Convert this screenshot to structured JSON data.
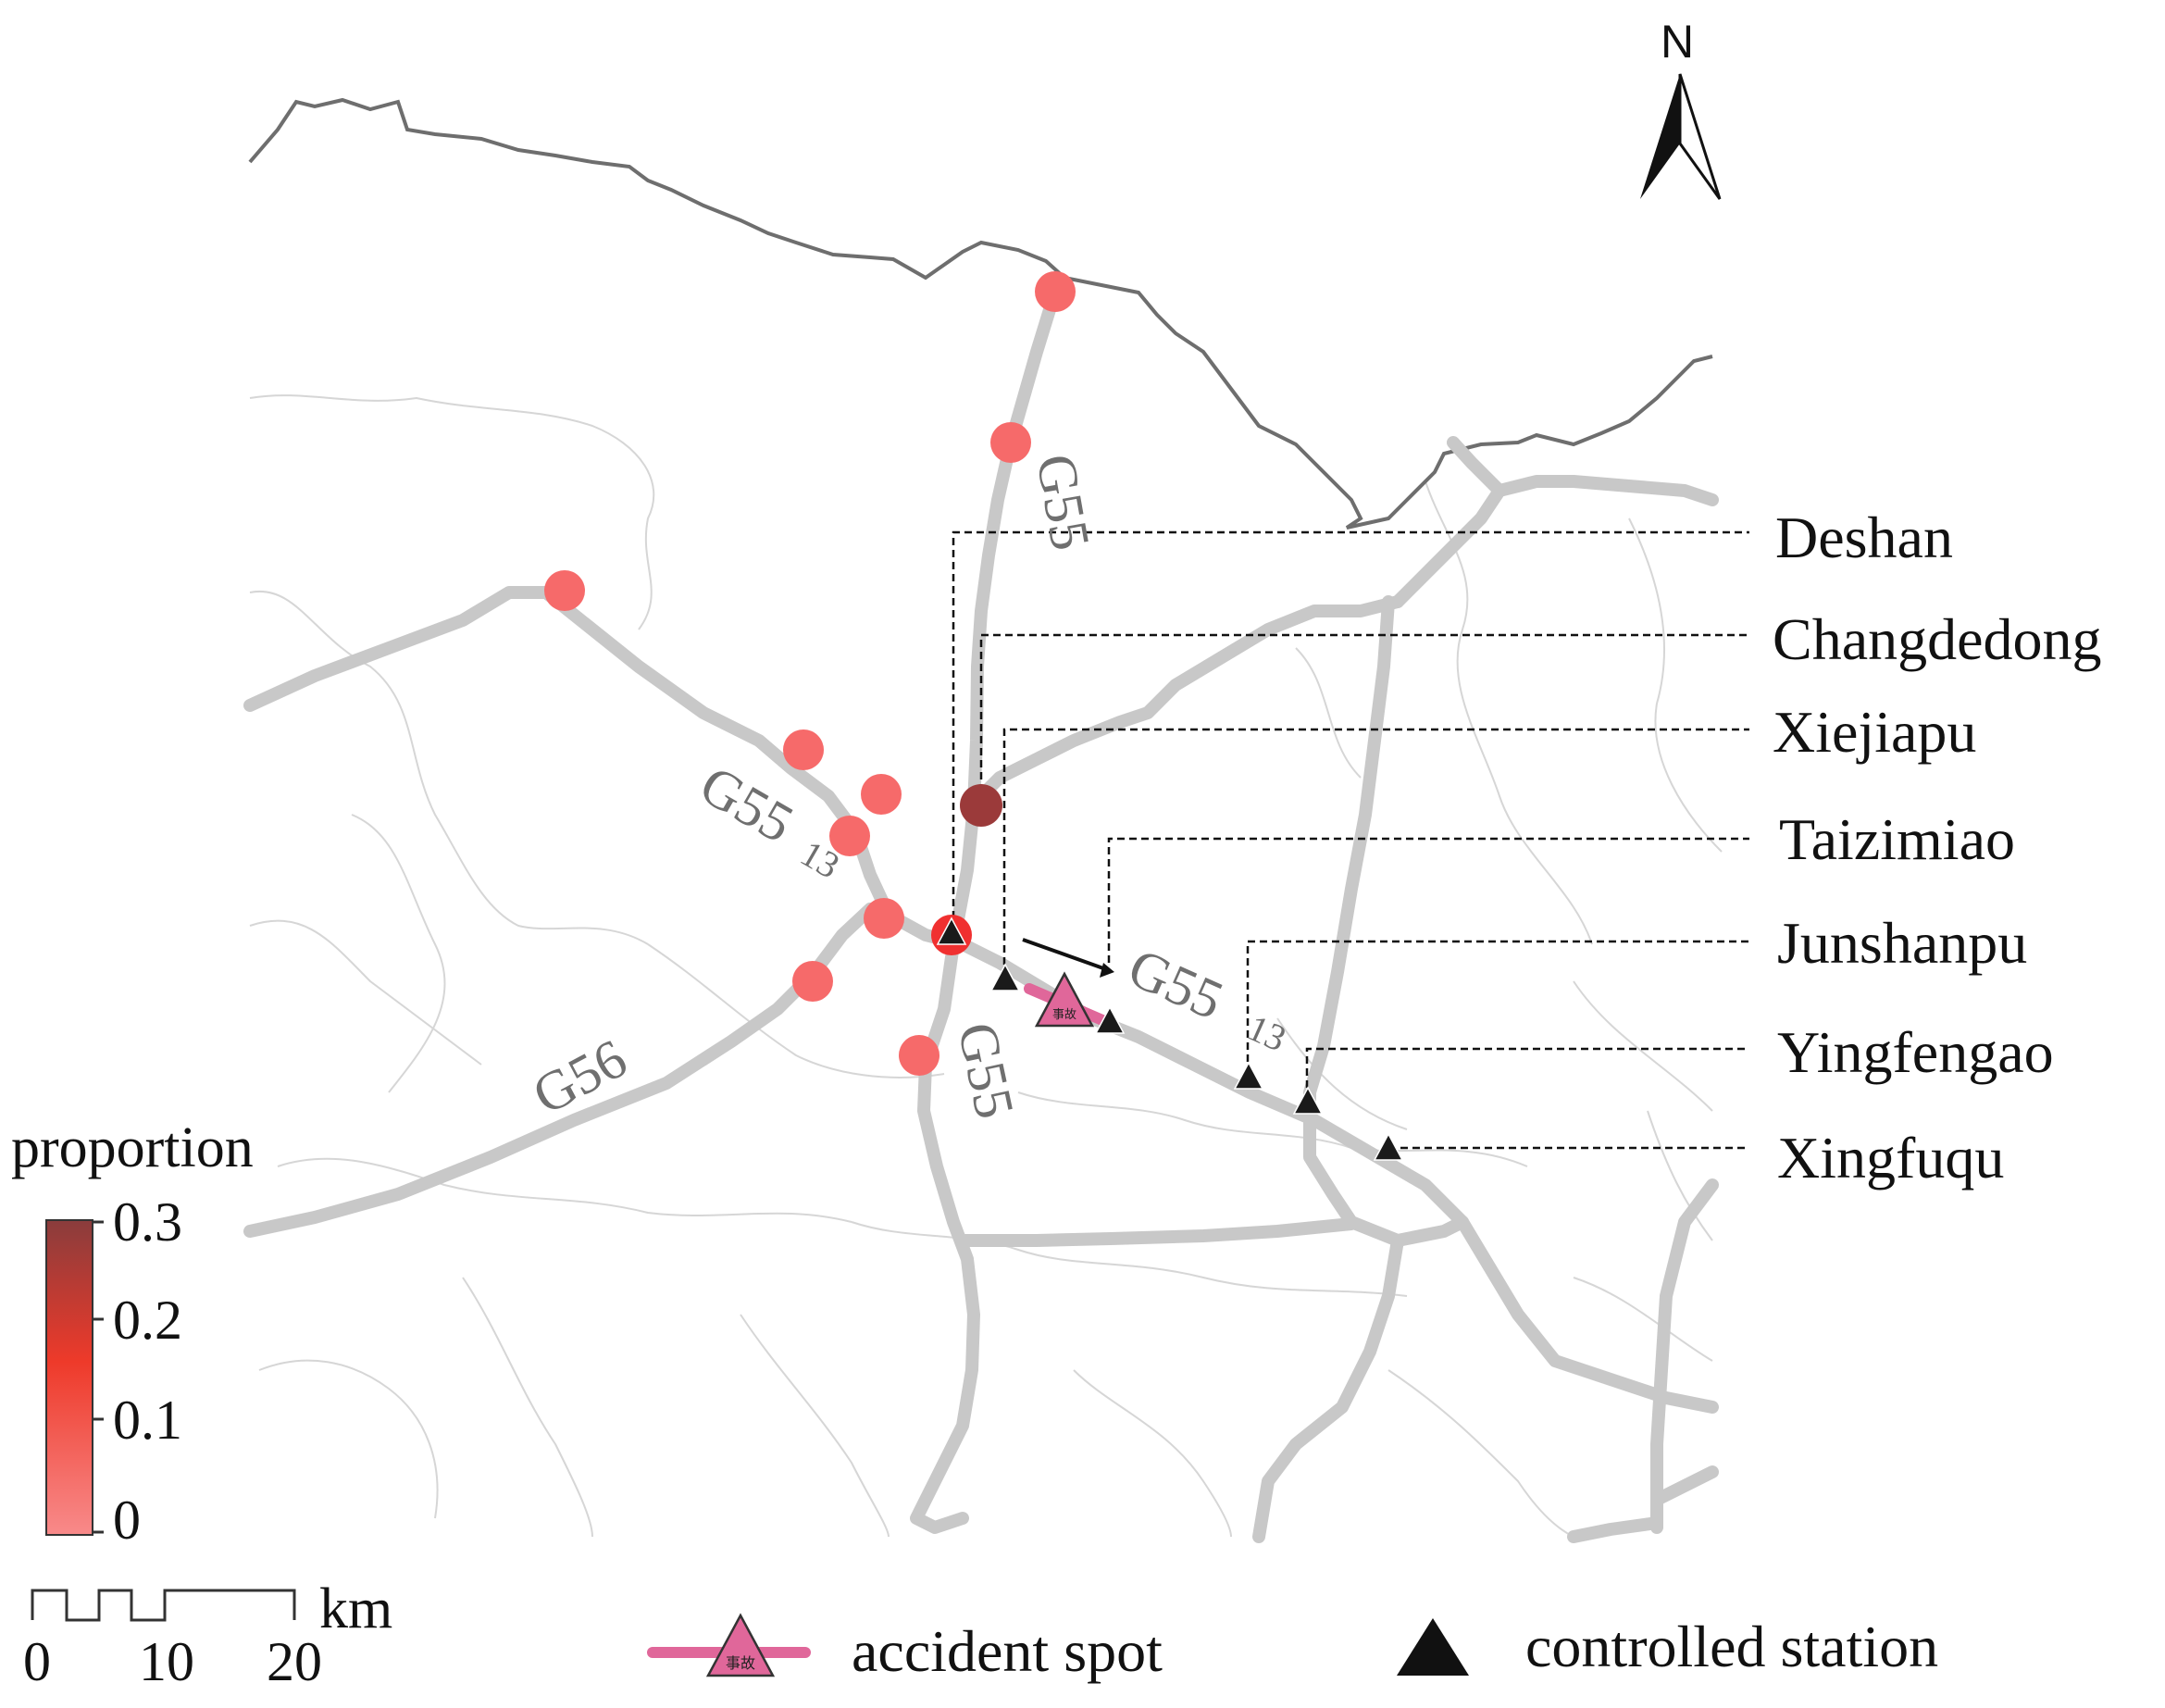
{
  "north_label": "N",
  "roads": {
    "g55_upper": "G55",
    "g55_lower": "G55",
    "g5513_left_main": "G55",
    "g5513_left_sub": "13",
    "g5513_right_main": "G55",
    "g5513_right_sub": "13",
    "g56": "G56"
  },
  "stations": [
    {
      "name": "Deshan"
    },
    {
      "name": "Changdedong"
    },
    {
      "name": "Xiejiapu"
    },
    {
      "name": "Taizimiao"
    },
    {
      "name": "Junshanpu"
    },
    {
      "name": "Yingfengao"
    },
    {
      "name": "Xingfuqu"
    }
  ],
  "accident_glyph": "事故",
  "legend": {
    "proportion_title": "proportion",
    "ticks": [
      "0.3",
      "0.2",
      "0.1",
      "0"
    ],
    "scale_ticks": [
      "0",
      "10",
      "20"
    ],
    "scale_unit": "km",
    "accident_label": "accident spot",
    "controlled_label": "controlled station"
  },
  "colors": {
    "road": "#c8c8c8",
    "boundary": "#6e6e6e",
    "district": "#d4d4d4",
    "node_low": "#f66a6a",
    "node_high": "#9b3a3a",
    "accident": "#e0679a",
    "station": "#1a1a1a"
  }
}
